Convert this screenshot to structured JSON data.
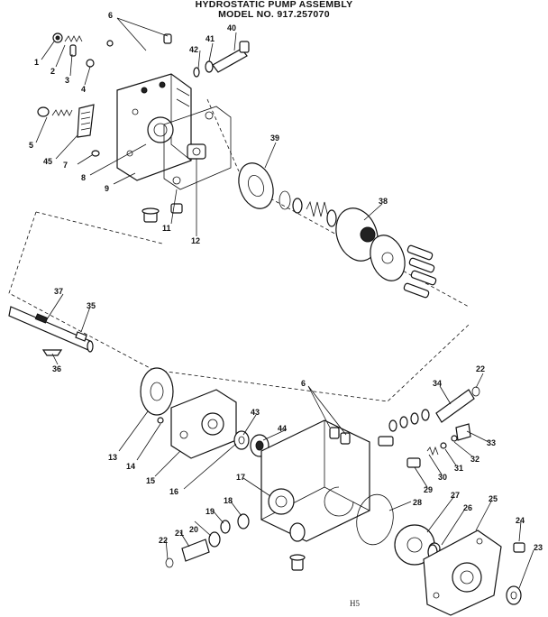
{
  "title": {
    "line1": "HYDROSTATIC PUMP ASSEMBLY",
    "line2": "MODEL NO. 917.257070"
  },
  "footer_code": "H5",
  "callouts": {
    "c1": "1",
    "c2": "2",
    "c3": "3",
    "c4": "4",
    "c5": "5",
    "c6a": "6",
    "c6b": "6",
    "c7": "7",
    "c8": "8",
    "c9": "9",
    "c11": "11",
    "c12": "12",
    "c13": "13",
    "c14": "14",
    "c15": "15",
    "c16": "16",
    "c17": "17",
    "c18": "18",
    "c19": "19",
    "c20": "20",
    "c21": "21",
    "c22a": "22",
    "c22b": "22",
    "c23": "23",
    "c24": "24",
    "c25": "25",
    "c26": "26",
    "c27": "27",
    "c28": "28",
    "c29": "29",
    "c30": "30",
    "c31": "31",
    "c32": "32",
    "c33": "33",
    "c34": "34",
    "c35": "35",
    "c36": "36",
    "c37": "37",
    "c38": "38",
    "c39": "39",
    "c40": "40",
    "c41": "41",
    "c42": "42",
    "c43": "43",
    "c44": "44",
    "c45": "45"
  }
}
